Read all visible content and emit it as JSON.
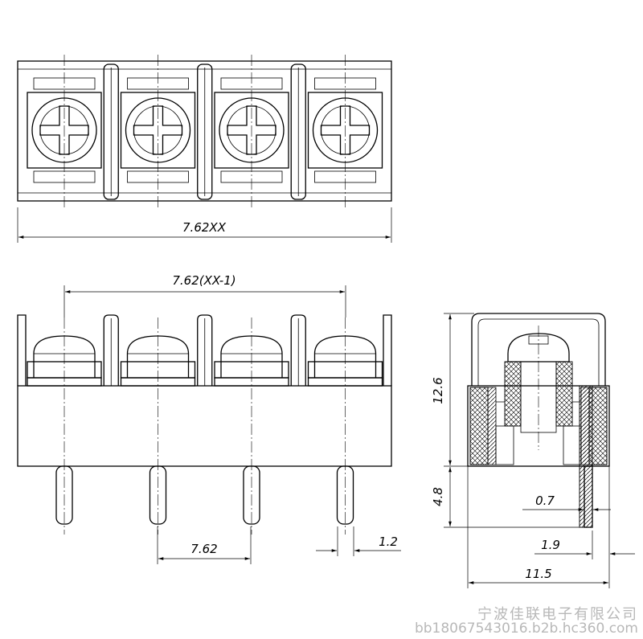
{
  "dimensions": {
    "top_total": "7.62XX",
    "front_span": "7.62(XX-1)",
    "pitch": "7.62",
    "pin_width": "1.2",
    "side_height": "12.6",
    "side_pin_length": "4.8",
    "side_pin_thickness": "0.7",
    "side_pin_offset": "1.9",
    "side_depth": "11.5"
  },
  "watermark": {
    "company": "宁波佳联电子有限公司",
    "site": "bb18067543016.b2b.hc360.com"
  },
  "pole_count": 4
}
